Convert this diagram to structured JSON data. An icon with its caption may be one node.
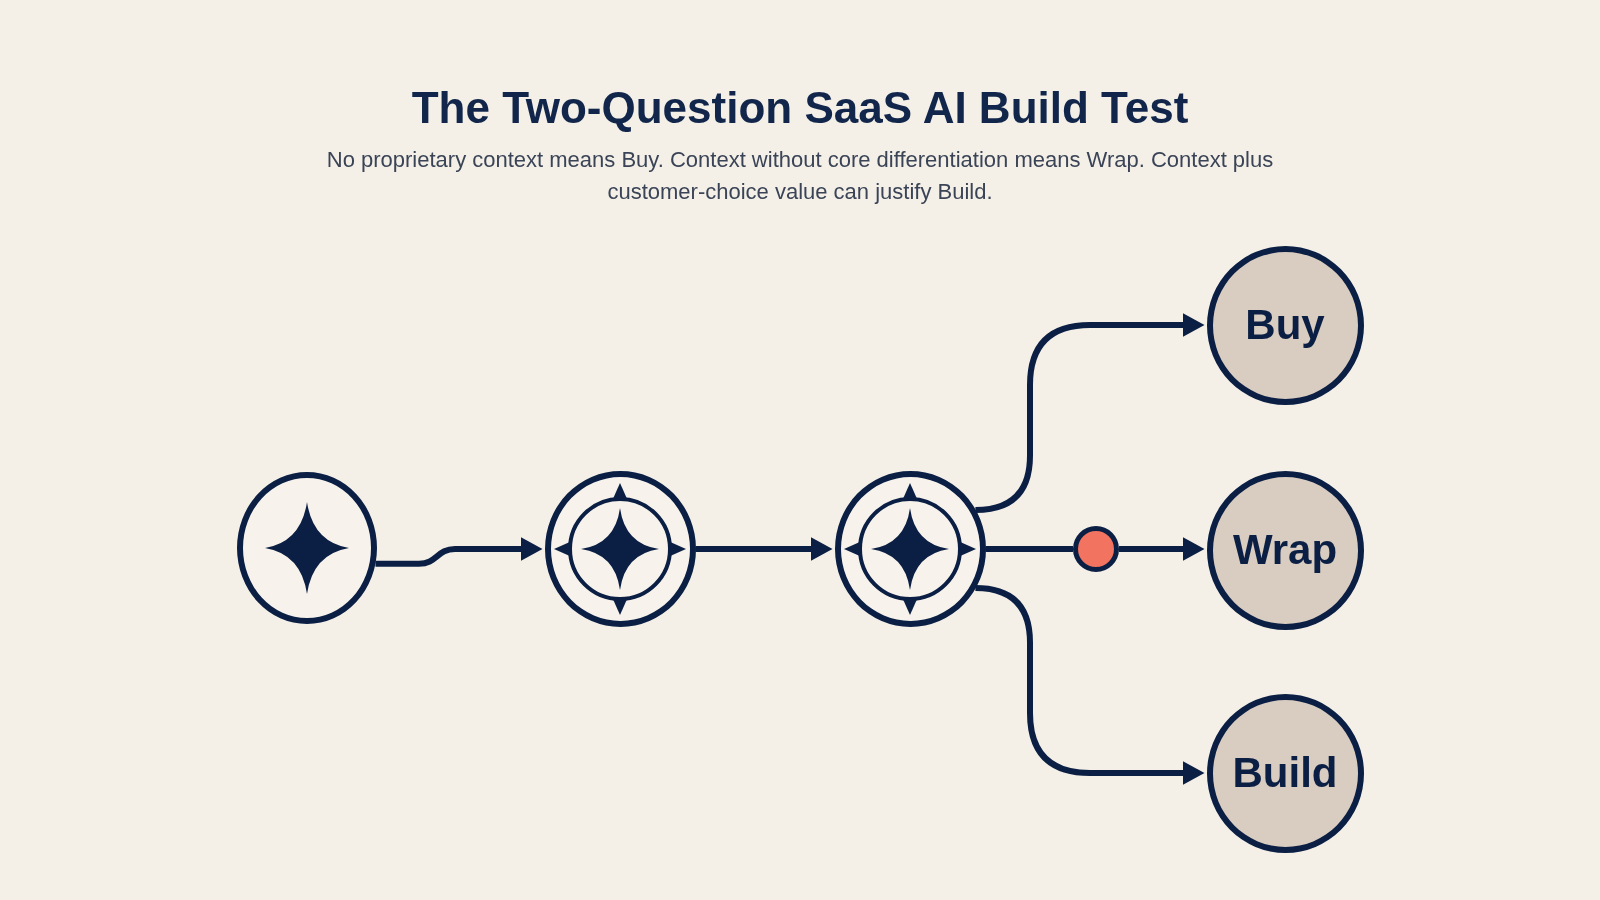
{
  "diagram": {
    "title": "The Two-Question SaaS AI Build Test",
    "caption": "No proprietary context means Buy. Context without core differentiation means Wrap. Context plus customer-choice value can justify Build.",
    "nodes": [
      {
        "text": [],
        "shape": "circle"
      },
      {
        "text": [],
        "shape": "circle"
      },
      {
        "text": [],
        "shape": "circle"
      },
      {
        "text": [],
        "shape": "circle"
      },
      {
        "text": [
          "Buy"
        ]
      },
      {
        "text": [
          "Wrap"
        ]
      },
      {
        "text": [
          "Build"
        ]
      }
    ],
    "edges": [
      {
        "from": 0,
        "to": 1,
        "arrow": "to"
      },
      {
        "from": 1,
        "to": 2,
        "arrow": "to"
      },
      {
        "from": 2,
        "to": 4,
        "arrow": "to"
      },
      {
        "from": 2,
        "to": 3,
        "arrow": "none"
      },
      {
        "from": 3,
        "to": 5,
        "arrow": "to"
      },
      {
        "from": 2,
        "to": 6,
        "arrow": "to"
      }
    ]
  }
}
